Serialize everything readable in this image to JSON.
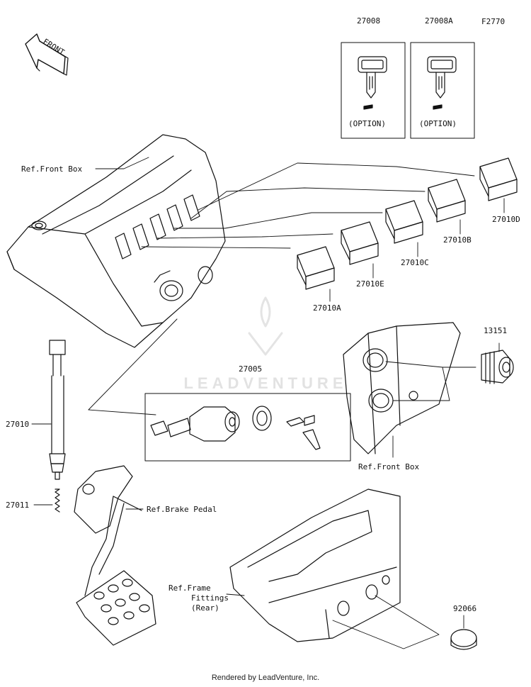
{
  "figure_code": "F2770",
  "front_label": "FRONT",
  "watermark": "LEADVENTURE",
  "footer": "Rendered by LeadVenture, Inc.",
  "parts": {
    "p27008": "27008",
    "p27008A": "27008A",
    "option": "(OPTION)",
    "p27010D": "27010D",
    "p27010B": "27010B",
    "p27010C": "27010C",
    "p27010E": "27010E",
    "p27010A": "27010A",
    "p13151": "13151",
    "p27005": "27005",
    "p27010": "27010",
    "p27011": "27011",
    "p92066": "92066"
  },
  "refs": {
    "front_box": "Ref.Front Box",
    "front_box_2": "Ref.Front Box",
    "brake_pedal": "Ref.Brake Pedal",
    "frame_line1": "Ref.Frame",
    "frame_line2": "Fittings",
    "frame_line3": "(Rear)"
  }
}
